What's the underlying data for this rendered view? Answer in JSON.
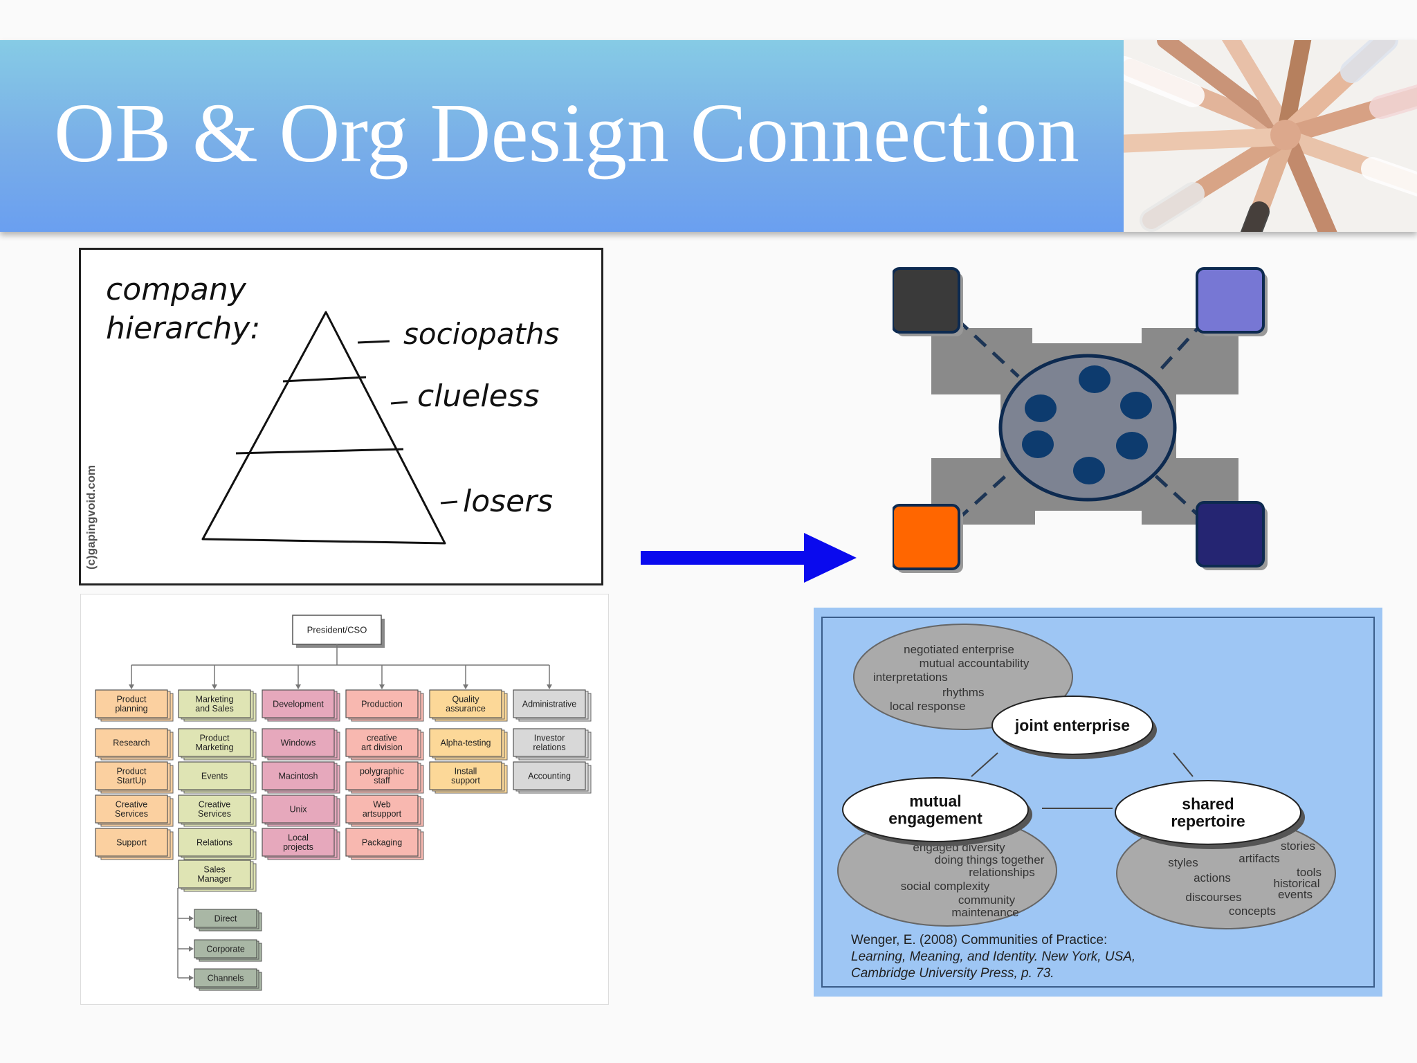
{
  "slide": {
    "title": "OB & Org Design Connection",
    "photo_alt": "team-hands"
  },
  "cartoon": {
    "title_line1": "company",
    "title_line2": "hierarchy:",
    "levels": [
      "sociopaths",
      "clueless",
      "losers"
    ],
    "credit": "(c)gapingvoid.com"
  },
  "org_chart": {
    "root": "President/CSO",
    "departments": [
      {
        "name": "Product planning",
        "color": "#fbd0a0",
        "children": [
          "Research",
          "Product StartUp",
          "Creative Services",
          "Support"
        ]
      },
      {
        "name": "Marketing and Sales",
        "color": "#dfe4b4",
        "children": [
          "Product Marketing",
          "Events",
          "Creative Services",
          "Relations",
          "Sales Manager"
        ]
      },
      {
        "name": "Development",
        "color": "#e6a8bc",
        "children": [
          "Windows",
          "Macintosh",
          "Unix",
          "Local projects"
        ]
      },
      {
        "name": "Production",
        "color": "#f8b8b0",
        "children": [
          "creative art division",
          "polygraphic staff",
          "Web artsupport",
          "Packaging"
        ]
      },
      {
        "name": "Quality assurance",
        "color": "#fcd898",
        "children": [
          "Alpha-testing",
          "Install support"
        ]
      },
      {
        "name": "Administrative",
        "color": "#d8d8d8",
        "children": [
          "Investor relations",
          "Accounting"
        ]
      }
    ],
    "sales_sub": [
      "Direct",
      "Corporate",
      "Channels"
    ]
  },
  "network": {
    "colors": {
      "top_left": "#3a3a3a",
      "top_right": "#7777d4",
      "bottom_left": "#ff6600",
      "bottom_right": "#252572",
      "hub_fill": "#7d8392",
      "dot": "#0d3b6e"
    }
  },
  "wenger": {
    "top_bubble": [
      "negotiated enterprise",
      "mutual accountability",
      "interpretations",
      "rhythms",
      "local response"
    ],
    "left_bubble": [
      "engaged diversity",
      "doing things together",
      "relationships",
      "social complexity",
      "community",
      "maintenance"
    ],
    "right_bubble": [
      "stories",
      "styles",
      "artifacts",
      "tools",
      "actions",
      "historical",
      "events",
      "discourses",
      "concepts"
    ],
    "labels": {
      "joint": "joint enterprise",
      "mutual_1": "mutual",
      "mutual_2": "engagement",
      "shared_1": "shared",
      "shared_2": "repertoire"
    },
    "citation": [
      "Wenger, E. (2008) Communities of Practice:",
      "Learning, Meaning, and Identity. New York, USA,",
      "Cambridge University Press, p. 73."
    ]
  }
}
